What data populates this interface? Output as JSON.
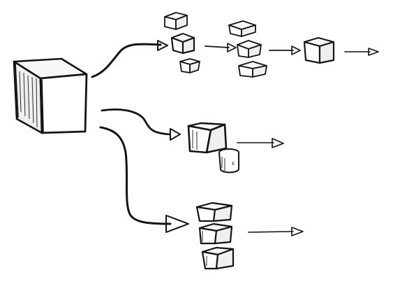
{
  "diagram": {
    "ink_color": "#141414",
    "paper_color": "#ffffff",
    "source_block": {
      "icon": "large-cube-icon"
    },
    "flows": [
      {
        "name": "top-flow",
        "stages": [
          "three-small-cubes",
          "three-small-cubes",
          "single-cube",
          "output-arrow"
        ]
      },
      {
        "name": "middle-flow",
        "stages": [
          "cube-with-cylinder",
          "output-arrow"
        ]
      },
      {
        "name": "bottom-flow",
        "stages": [
          "three-stacked-cubes",
          "output-arrow"
        ]
      }
    ],
    "cylinder_glyph": "ɛ"
  }
}
